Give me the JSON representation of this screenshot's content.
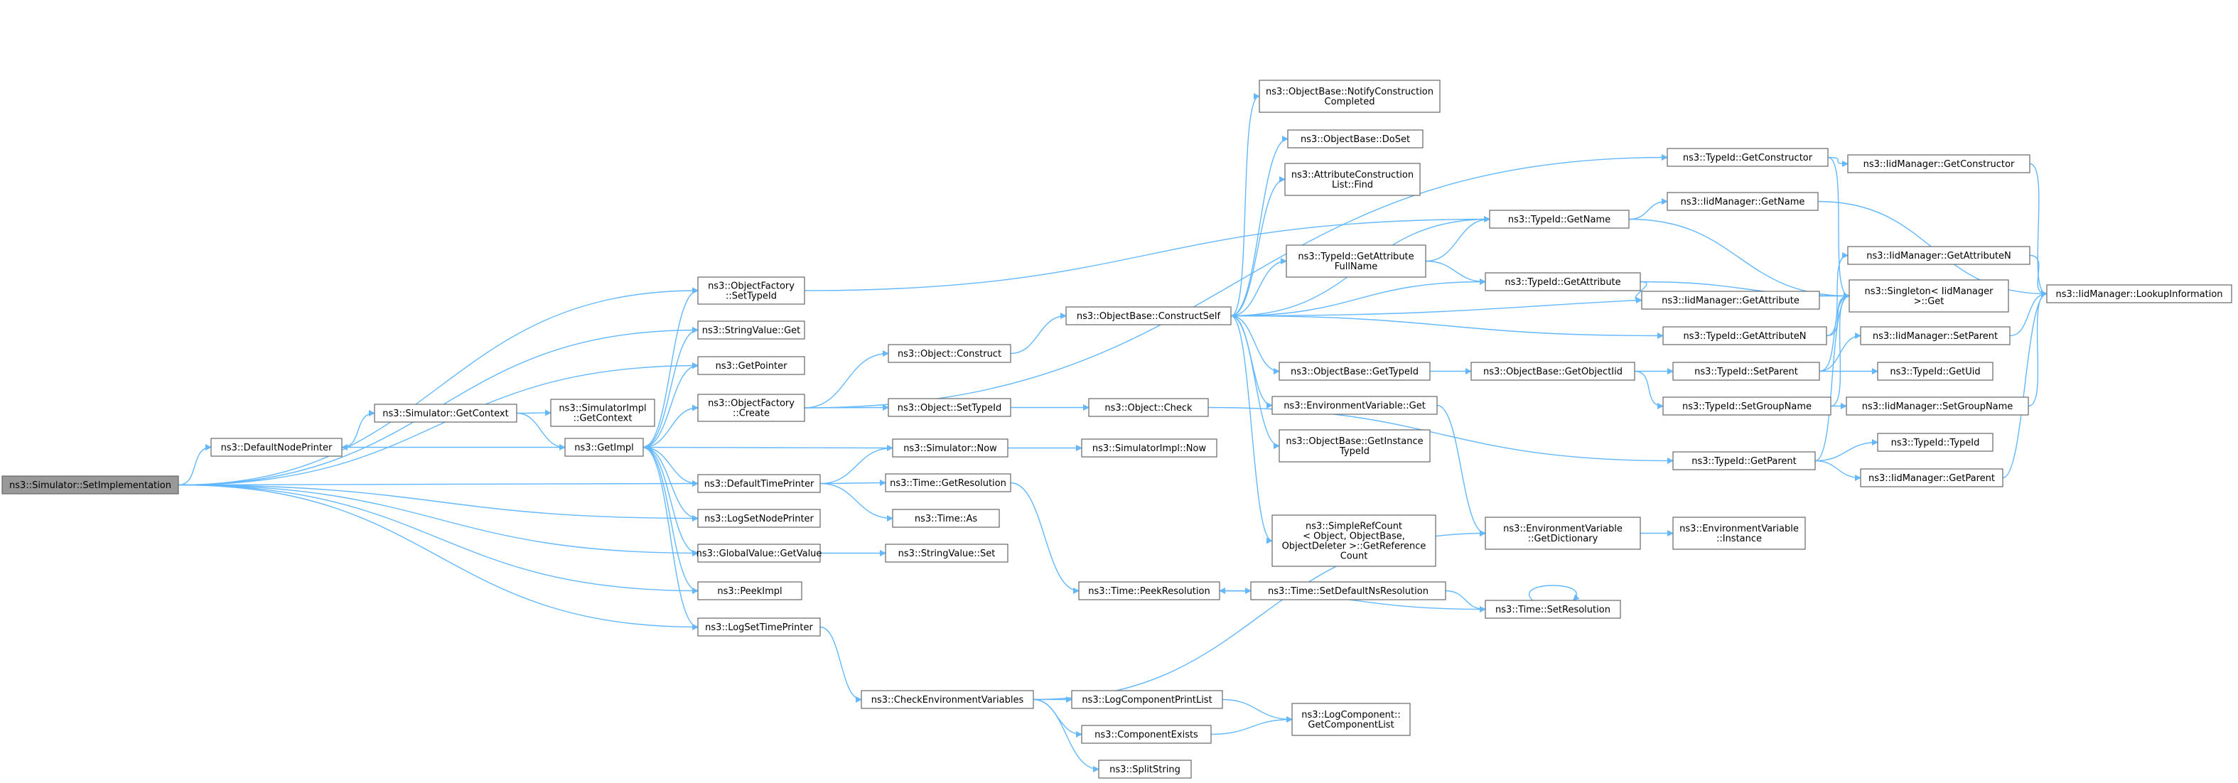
{
  "graph": {
    "edge_color": "#63b8ff",
    "root_fill": "#999999",
    "nodes": {
      "setImpl": [
        "ns3::Simulator::SetImplementation"
      ],
      "defNode": [
        "ns3::DefaultNodePrinter"
      ],
      "getCtx": [
        "ns3::Simulator::GetContext"
      ],
      "implGetCtx": [
        "ns3::SimulatorImpl",
        "::GetContext"
      ],
      "getImpl": [
        "ns3::GetImpl"
      ],
      "ofSetTid": [
        "ns3::ObjectFactory",
        "::SetTypeId"
      ],
      "svGet": [
        "ns3::StringValue::Get"
      ],
      "getPtr": [
        "ns3::GetPointer"
      ],
      "ofCreate": [
        "ns3::ObjectFactory",
        "::Create"
      ],
      "defTime": [
        "ns3::DefaultTimePrinter"
      ],
      "logSetNode": [
        "ns3::LogSetNodePrinter"
      ],
      "gvGet": [
        "ns3::GlobalValue::GetValue"
      ],
      "peekImpl": [
        "ns3::PeekImpl"
      ],
      "logSetTime": [
        "ns3::LogSetTimePrinter"
      ],
      "objConstruct": [
        "ns3::Object::Construct"
      ],
      "objSetTid": [
        "ns3::Object::SetTypeId"
      ],
      "simNow": [
        "ns3::Simulator::Now"
      ],
      "timeGetRes": [
        "ns3::Time::GetResolution"
      ],
      "timeAs": [
        "ns3::Time::As"
      ],
      "svSet": [
        "ns3::StringValue::Set"
      ],
      "checkEnv": [
        "ns3::CheckEnvironmentVariables"
      ],
      "objCheck": [
        "ns3::Object::Check"
      ],
      "implNow": [
        "ns3::SimulatorImpl::Now"
      ],
      "peekRes": [
        "ns3::Time::PeekResolution"
      ],
      "logCompPrint": [
        "ns3::LogComponentPrintList"
      ],
      "compExists": [
        "ns3::ComponentExists"
      ],
      "splitStr": [
        "ns3::SplitString"
      ],
      "constructSelf": [
        "ns3::ObjectBase::ConstructSelf"
      ],
      "notifyCC": [
        "ns3::ObjectBase::NotifyConstruction",
        "Completed"
      ],
      "doSet": [
        "ns3::ObjectBase::DoSet"
      ],
      "acListFind": [
        "ns3::AttributeConstruction",
        "List::Find"
      ],
      "tidGetAttrFull": [
        "ns3::TypeId::GetAttribute",
        "FullName"
      ],
      "obGetTid": [
        "ns3::ObjectBase::GetTypeId"
      ],
      "envGet": [
        "ns3::EnvironmentVariable::Get"
      ],
      "obGetInst": [
        "ns3::ObjectBase::GetInstance",
        "TypeId"
      ],
      "srcGetRef": [
        "ns3::SimpleRefCount",
        "< Object, ObjectBase,",
        "ObjectDeleter >::GetReference",
        "Count"
      ],
      "setDefNs": [
        "ns3::Time::SetDefaultNsResolution"
      ],
      "envGetDict": [
        "ns3::EnvironmentVariable",
        "::GetDictionary"
      ],
      "timeSetRes": [
        "ns3::Time::SetResolution"
      ],
      "lcGetList": [
        "ns3::LogComponent::",
        "GetComponentList"
      ],
      "tidGetName": [
        "ns3::TypeId::GetName"
      ],
      "tidGetAttr": [
        "ns3::TypeId::GetAttribute"
      ],
      "obGetOid": [
        "ns3::ObjectBase::GetObjectIid"
      ],
      "envInstance": [
        "ns3::EnvironmentVariable",
        "::Instance"
      ],
      "tidGetCtor": [
        "ns3::TypeId::GetConstructor"
      ],
      "iidGetName": [
        "ns3::IidManager::GetName"
      ],
      "iidGetAttr": [
        "ns3::IidManager::GetAttribute"
      ],
      "tidGetAttrN": [
        "ns3::TypeId::GetAttributeN"
      ],
      "tidSetParent": [
        "ns3::TypeId::SetParent"
      ],
      "tidSetGroup": [
        "ns3::TypeId::SetGroupName"
      ],
      "tidGetParent": [
        "ns3::TypeId::GetParent"
      ],
      "iidGetCtor": [
        "ns3::IidManager::GetConstructor"
      ],
      "iidGetAttrN": [
        "ns3::IidManager::GetAttributeN"
      ],
      "singletonGet": [
        "ns3::Singleton< IidManager",
        ">::Get"
      ],
      "iidSetParent": [
        "ns3::IidManager::SetParent"
      ],
      "tidGetUid": [
        "ns3::TypeId::GetUid"
      ],
      "iidSetGroup": [
        "ns3::IidManager::SetGroupName"
      ],
      "tidTypeId": [
        "ns3::TypeId::TypeId"
      ],
      "iidGetParent": [
        "ns3::IidManager::GetParent"
      ],
      "iidLookup": [
        "ns3::IidManager::LookupInformation"
      ]
    }
  }
}
